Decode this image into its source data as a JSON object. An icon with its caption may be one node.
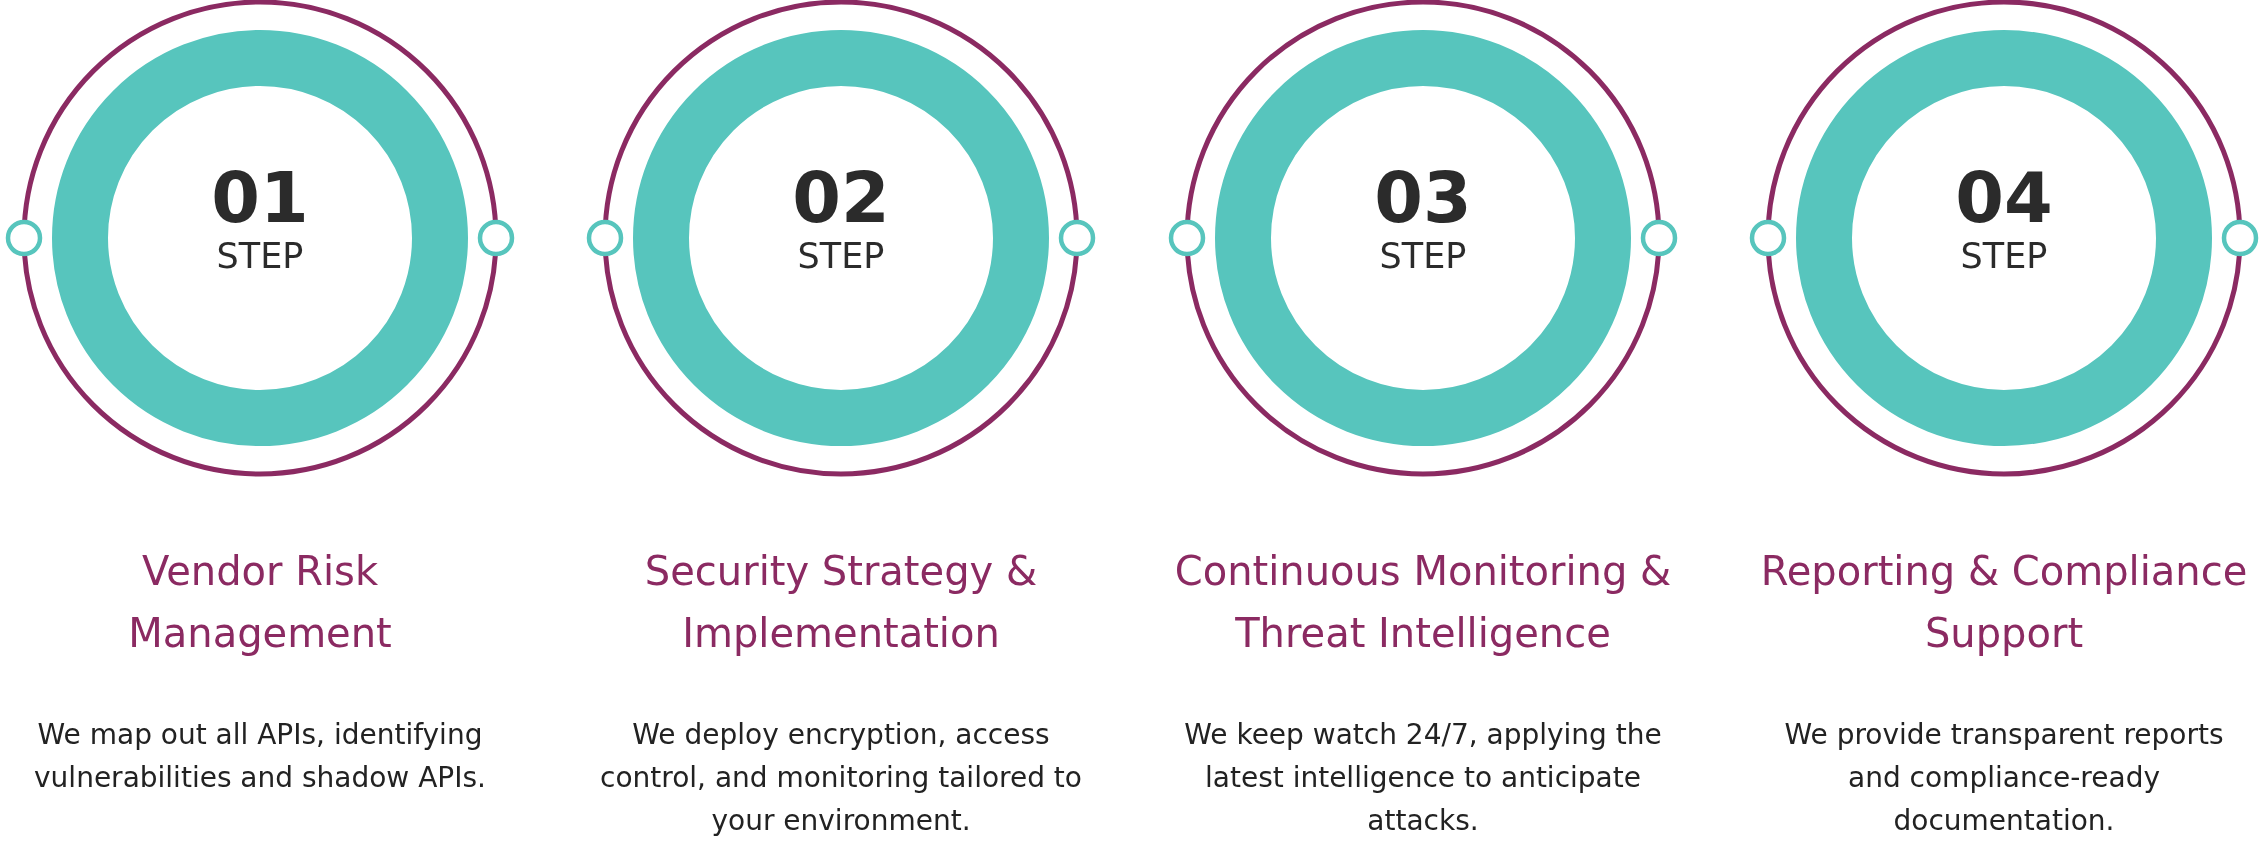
{
  "diagram": {
    "nodes": [
      {
        "text": [
          "01",
          "STEP"
        ],
        "beside": [
          "Vendor Risk Management"
        ]
      },
      {
        "text": [
          "02",
          "STEP"
        ],
        "beside": [
          "Security Strategy & Implementation"
        ]
      },
      {
        "text": [
          "03",
          "STEP"
        ],
        "beside": [
          "Continuous Monitoring & Threat Intelligence"
        ]
      },
      {
        "text": [
          "04",
          "STEP"
        ],
        "beside": [
          "Reporting & Compliance Support"
        ]
      }
    ],
    "labels": [
      "We map out all APIs, identifying vulnerabilities and shadow APIs.",
      "We deploy encryption, access control, and monitoring tailored to your environment.",
      "We keep watch 24/7, applying the latest intelligence to anticipate attacks.",
      "We provide transparent reports and compliance-ready documentation."
    ]
  }
}
